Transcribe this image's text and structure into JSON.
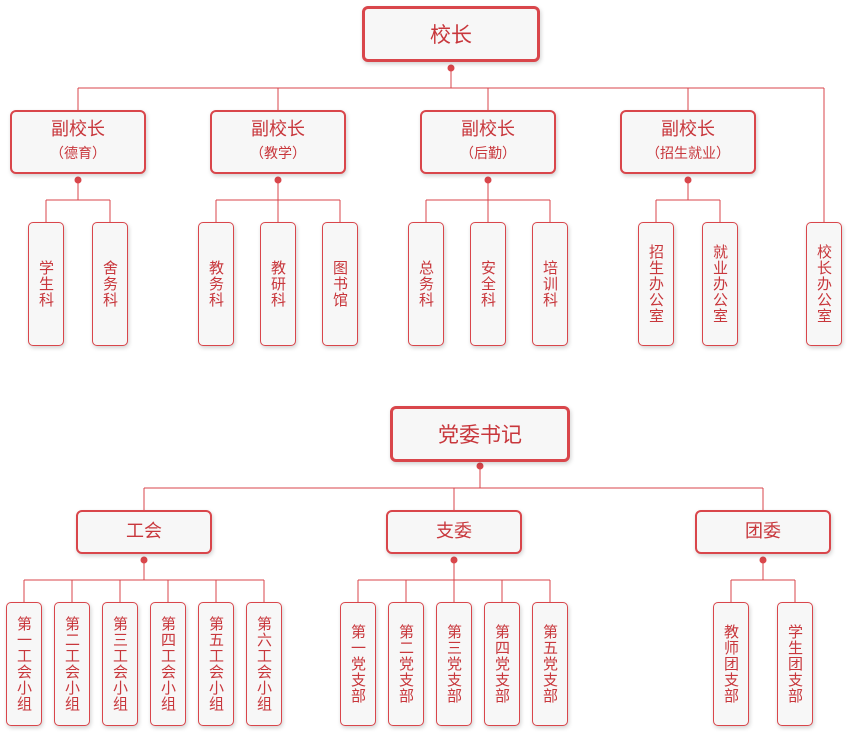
{
  "chart1": {
    "principal": "校长",
    "vice": [
      {
        "title": "副校长",
        "area": "（德育）",
        "depts": [
          "学生科",
          "舍务科"
        ]
      },
      {
        "title": "副校长",
        "area": "（教学）",
        "depts": [
          "教务科",
          "教研科",
          "图书馆"
        ]
      },
      {
        "title": "副校长",
        "area": "（后勤）",
        "depts": [
          "总务科",
          "安全科",
          "培训科"
        ]
      },
      {
        "title": "副校长",
        "area": "（招生就业）",
        "depts": [
          "招生办公室",
          "就业办公室"
        ]
      }
    ],
    "office": "校长办公室"
  },
  "chart2": {
    "secretary": "党委书记",
    "orgs": [
      {
        "title": "工会",
        "units": [
          "第一工会小组",
          "第二工会小组",
          "第三工会小组",
          "第四工会小组",
          "第五工会小组",
          "第六工会小组"
        ]
      },
      {
        "title": "支委",
        "units": [
          "第一党支部",
          "第二党支部",
          "第三党支部",
          "第四党支部",
          "第五党支部"
        ]
      },
      {
        "title": "团委",
        "units": [
          "教师团支部",
          "学生团支部"
        ]
      }
    ]
  },
  "colors": {
    "line": "#d9464b",
    "text": "#c8373c",
    "box_fill": "#f7f7f7"
  }
}
